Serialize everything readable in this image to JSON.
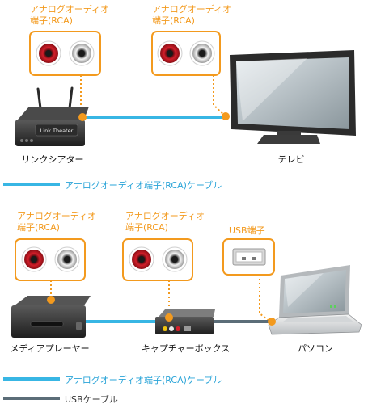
{
  "top": {
    "label_left_line1": "アナログオーディオ",
    "label_left_line2": "端子(RCA)",
    "label_right_line1": "アナログオーディオ",
    "label_right_line2": "端子(RCA)",
    "device_left": "リンクシアター",
    "device_left_badge": "Link Theater",
    "device_right": "テレビ",
    "cable_label": "アナログオーディオ端子(RCA)ケーブル"
  },
  "bottom": {
    "label_a_line1": "アナログオーディオ",
    "label_a_line2": "端子(RCA)",
    "label_b_line1": "アナログオーディオ",
    "label_b_line2": "端子(RCA)",
    "label_usb": "USB端子",
    "device_media": "メディアプレーヤー",
    "device_capture": "キャプチャーボックス",
    "device_pc": "パソコン",
    "legend_rca": "アナログオーディオ端子(RCA)ケーブル",
    "legend_usb": "USBケーブル"
  },
  "colors": {
    "accent": "#f39a1e",
    "rca_cable": "#38b6e4",
    "usb_cable": "#5b6d78",
    "jack_red": "#d21e2a",
    "jack_white": "#e6e6e6"
  }
}
